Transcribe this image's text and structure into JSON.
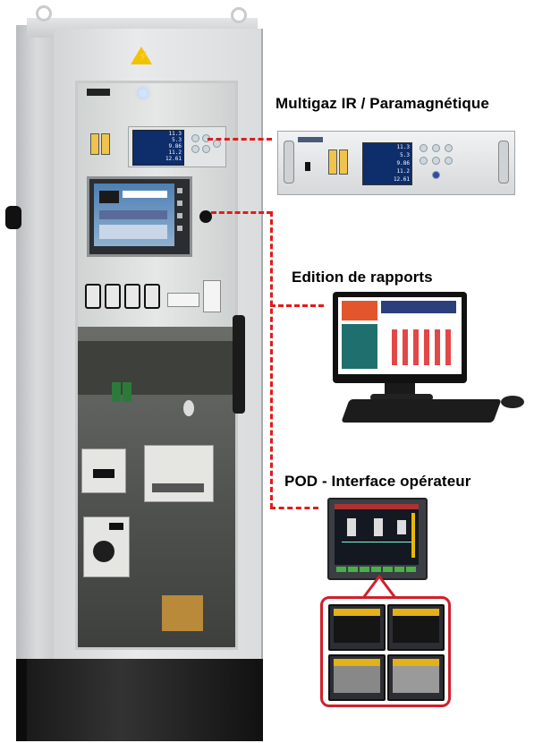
{
  "labels": {
    "multigaz": "Multigaz IR / Paramagnétique",
    "rapports": "Edition de rapports",
    "pod": "POD - Interface opérateur"
  },
  "analyzer_display": [
    "11.3",
    "5.3",
    "9.86",
    "11.2",
    "12.61"
  ],
  "colors": {
    "connector": "#e21b1b",
    "callout_border": "#d0202a",
    "cabinet": "#dadcdd",
    "plinth": "#1a1a1a",
    "lcd": "#0d2d6b"
  }
}
